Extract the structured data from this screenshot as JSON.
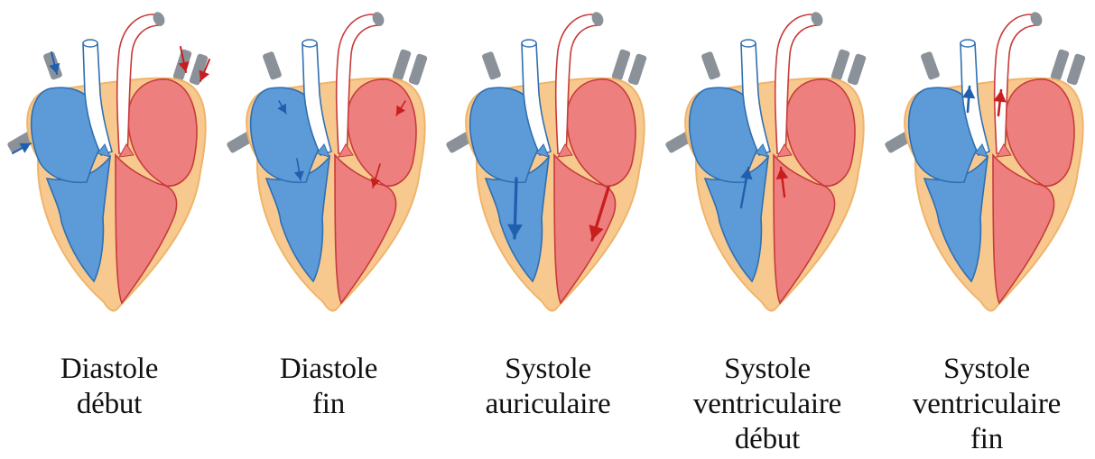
{
  "colors": {
    "wall": "#f7c98e",
    "wall_stroke": "#f0b46a",
    "right_side_blood": "#5d9bd8",
    "right_side_stroke": "#2f6fb1",
    "left_side_blood": "#ee7f7f",
    "left_side_stroke": "#c73b3b",
    "vessel_fill": "#ffffff",
    "vein_grey": "#8a9198",
    "arrow_blue": "#1f5fae",
    "arrow_red": "#c81e1e",
    "caption_text": "#111111"
  },
  "phases": [
    {
      "id": "diastole-debut",
      "caption_lines": [
        "Diastole",
        "début"
      ],
      "arrows": "inflow-veins"
    },
    {
      "id": "diastole-fin",
      "caption_lines": [
        "Diastole",
        "fin"
      ],
      "arrows": "atrium-to-ventricle-thin"
    },
    {
      "id": "systole-auriculaire",
      "caption_lines": [
        "Systole",
        "auriculaire"
      ],
      "arrows": "atrium-to-ventricle-bold"
    },
    {
      "id": "systole-ventriculaire-debut",
      "caption_lines": [
        "Systole",
        "ventriculaire",
        "début"
      ],
      "arrows": "valves-closing-up"
    },
    {
      "id": "systole-ventriculaire-fin",
      "caption_lines": [
        "Systole",
        "ventriculaire",
        "fin"
      ],
      "arrows": "ejection-into-arteries"
    }
  ]
}
